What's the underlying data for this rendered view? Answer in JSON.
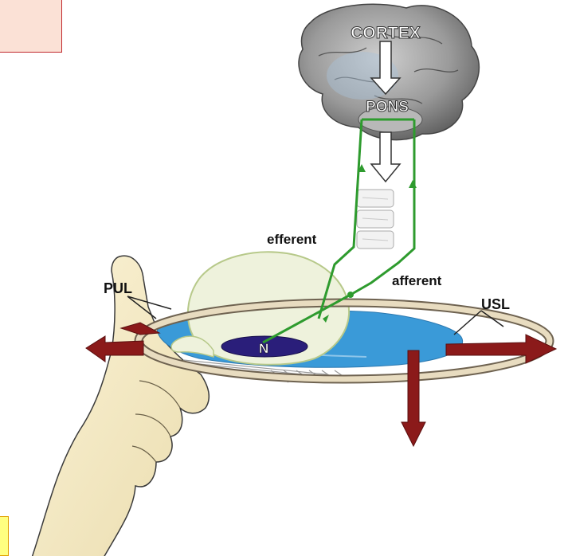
{
  "labels": {
    "cortex": "CORTEX",
    "pons": "PONS",
    "efferent": "efferent",
    "afferent": "afferent",
    "pul": "PUL",
    "usl": "USL",
    "n": "N"
  },
  "colors": {
    "nerve_path": "#2e9b2e",
    "bladder_fill": "#eef2dc",
    "bladder_stroke": "#b7c98a",
    "fluid_blue": "#3a9ad8",
    "nucleus": "#2a1e7a",
    "ligament_arrow": "#8b1a1a",
    "ring": "#e8dcc0",
    "hand": "#f5ebc5",
    "brain": "#8c8c8c",
    "corner_box_fill": "#fbe1d6",
    "corner_box_border": "#c0282d",
    "note_box_fill": "#ffff80"
  }
}
